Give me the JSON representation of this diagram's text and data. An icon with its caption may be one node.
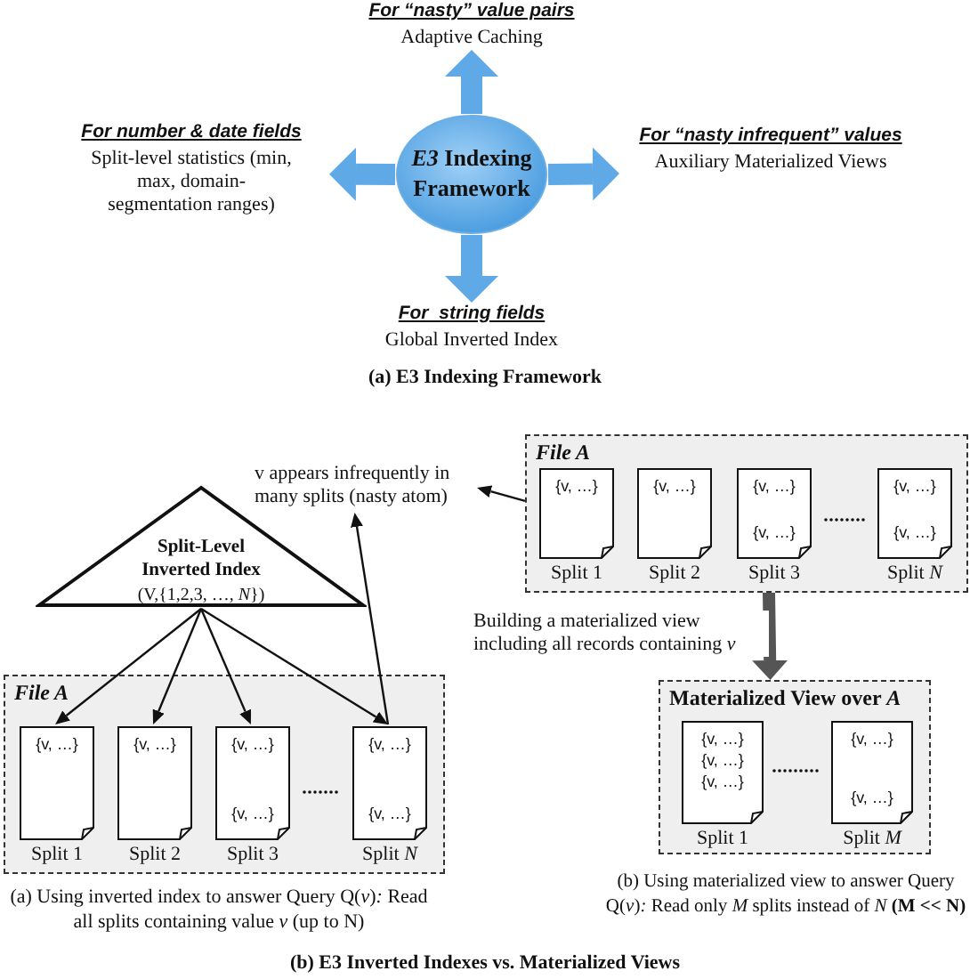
{
  "diagram": {
    "nodes": [
      {
        "text": [
          "*E3* Indexing Framework"
        ]
      },
      {
        "text": [
          "For “nasty” value pairs",
          "Adaptive Caching"
        ]
      },
      {
        "text": [
          "For number & date fields",
          "Split-level statistics (min, max, domain-segmentation ranges)"
        ]
      },
      {
        "text": [
          "For “nasty infrequent” values",
          "Auxiliary Materialized Views"
        ]
      },
      {
        "text": [
          "For  string fields",
          "Global Inverted Index"
        ]
      },
      {
        "text": [
          "Split-Level Inverted Index",
          "(V,{1,2,3, …, *N*})"
        ]
      },
      {
        "text": [
          "v appears infrequently in many splits (nasty atom)"
        ]
      },
      {
        "text": [
          "File A"
        ]
      },
      {
        "text": [
          "{v, …}"
        ],
        "beside": [
          "Split 1"
        ],
        "in": 7
      },
      {
        "text": [
          "{v, …}"
        ],
        "beside": [
          "Split 2"
        ],
        "in": 7
      },
      {
        "text": [
          "{v, …}",
          "{v, …}"
        ],
        "beside": [
          "Split 3"
        ],
        "in": 7
      },
      {
        "text": [
          "{v, …}",
          "{v, …}"
        ],
        "beside": [
          "Split *N*"
        ],
        "in": 7
      },
      {
        "text": [
          "File A"
        ]
      },
      {
        "text": [
          "{v, …}"
        ],
        "beside": [
          "Split 1"
        ],
        "in": 12
      },
      {
        "text": [
          "{v, …}"
        ],
        "beside": [
          "Split 2"
        ],
        "in": 12
      },
      {
        "text": [
          "{v, …}",
          "{v, …}"
        ],
        "beside": [
          "Split 3"
        ],
        "in": 12
      },
      {
        "text": [
          "{v, …}",
          "{v, …}"
        ],
        "beside": [
          "Split *N*"
        ],
        "in": 12
      },
      {
        "text": [
          "Materialized View over *A*"
        ]
      },
      {
        "text": [
          "{v, …}",
          "{v, …}",
          "{v, …}"
        ],
        "beside": [
          "Split 1"
        ],
        "in": 17
      },
      {
        "text": [
          "{v, …}",
          "{v, …}"
        ],
        "beside": [
          "Split *M*"
        ],
        "in": 17
      }
    ],
    "edges": [
      {
        "from": 0,
        "to": 1,
        "arrow": "to",
        "style": "thick",
        "color": "#5ea9e6"
      },
      {
        "from": 0,
        "to": 2,
        "arrow": "to",
        "style": "thick",
        "color": "#5ea9e6"
      },
      {
        "from": 0,
        "to": 3,
        "arrow": "to",
        "style": "thick",
        "color": "#5ea9e6"
      },
      {
        "from": 0,
        "to": 4,
        "arrow": "to",
        "style": "thick",
        "color": "#5ea9e6"
      },
      {
        "from": 5,
        "to": 8,
        "arrow": "to"
      },
      {
        "from": 5,
        "to": 9,
        "arrow": "to"
      },
      {
        "from": 5,
        "to": 10,
        "arrow": "to"
      },
      {
        "from": 5,
        "to": 11,
        "arrow": "to"
      },
      {
        "from": 11,
        "to": 6,
        "arrow": "to"
      },
      {
        "from": 12,
        "to": 6,
        "arrow": "to"
      },
      {
        "from": 12,
        "to": 17,
        "arrow": "to",
        "style": "thick",
        "label": "Building a materialized view including all records containing *v*"
      }
    ],
    "labels": [
      "(a) E3 Indexing Framework",
      "(a) Using inverted index to answer Query Q(*v*)*:* Read all splits containing value *v* (up to N)",
      "(b) Using materialized view to answer Query Q(*v*)*:* Read only *M* splits instead of *N* **(M << N)**",
      "(b) E3 Inverted Indexes vs. Materialized Views"
    ]
  }
}
